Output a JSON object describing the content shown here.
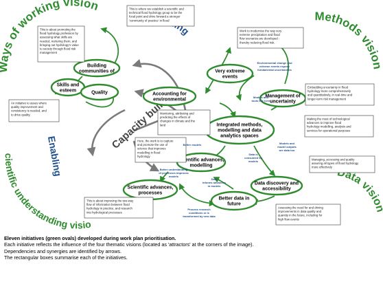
{
  "visions": {
    "ways_of_working": "Ways of working vision",
    "methods": "Methods vision",
    "data": "Data vision",
    "scientific_understanding": "Scientific understanding vision"
  },
  "labels": {
    "enabling_top": "Enabling",
    "enabling_left": "Enabling",
    "capacity_building": "Capacity building"
  },
  "initiatives": [
    {
      "id": "building-communities",
      "lines": [
        "Building",
        "communities of"
      ]
    },
    {
      "id": "skills-esteem",
      "lines": [
        "Skills and",
        "esteem"
      ]
    },
    {
      "id": "quality",
      "lines": [
        "Quality"
      ]
    },
    {
      "id": "very-extreme-events",
      "lines": [
        "Very extreme",
        "events"
      ]
    },
    {
      "id": "accounting-environmental",
      "lines": [
        "Accounting for",
        "environmental"
      ]
    },
    {
      "id": "management-uncertainty",
      "lines": [
        "Management of",
        "uncertainty"
      ]
    },
    {
      "id": "integrated-methods",
      "lines": [
        "Integrated methods,",
        "modelling and data",
        "analytics spaces"
      ]
    },
    {
      "id": "scientific-advances-modelling",
      "lines": [
        "Scientific advances,",
        "modelling"
      ]
    },
    {
      "id": "scientific-advances-processes",
      "lines": [
        "Scientific advances,",
        "processes"
      ]
    },
    {
      "id": "data-discovery",
      "lines": [
        "Data discovery and",
        "accessibility"
      ]
    },
    {
      "id": "better-data",
      "lines": [
        "Better data in",
        "future"
      ]
    }
  ],
  "boxes": [
    {
      "id": "box-community",
      "lines": [
        "This is where we establish a scientific and",
        "technical flood hydrology group to be the",
        "focal point and drive forward a stronger",
        "'community of practice' in flood"
      ]
    },
    {
      "id": "box-skills",
      "lines": [
        "This is about promoting the",
        "flood hydrology profession by",
        "assessing what skills are",
        "needed, nurturing them, and",
        "bringing out hydrology's value",
        "to society through flood risk",
        "management"
      ]
    },
    {
      "id": "box-quality",
      "lines": [
        "An initiative to asses where",
        "quality improvement and",
        "consistency is needed, and",
        "to drive quality."
      ]
    },
    {
      "id": "box-extreme",
      "lines": [
        "Work to modernise the way very",
        "extreme precipitation and flood",
        "flow scenarios are developed -",
        "thereby reducing flood risk."
      ]
    },
    {
      "id": "box-uncertainty",
      "lines": [
        "Embedding uncertainty in flood",
        "hydrology more comprehensively",
        "and quantitatively, in real-time and",
        "longer-term risk management"
      ]
    },
    {
      "id": "box-monitoring",
      "lines": [
        "Monitoring, attributing and",
        "predicting the effects of",
        "changes in climate and the",
        "land"
      ]
    },
    {
      "id": "box-integrated",
      "lines": [
        "Making the most of technological",
        "advances to improve flood",
        "hydrology modelling, analysis and",
        "services for operational purposes"
      ]
    },
    {
      "id": "box-science",
      "lines": [
        "Here, the work is to capture",
        "and promote the use of",
        "science that improves",
        "modelling in flood",
        "hydrology"
      ]
    },
    {
      "id": "box-access",
      "lines": [
        "Managing, accessing and quality",
        "assuring all types of flood hydrology",
        "more effectively"
      ]
    },
    {
      "id": "box-processes",
      "lines": [
        "This is about improving the two-way",
        "flow of information between flood",
        "hydrology in practice, and research",
        "into hydrological processes"
      ]
    },
    {
      "id": "box-betterdata",
      "lines": [
        "Assessing the need for and driving",
        "improvements in data quality and",
        "quantity in the future, including for",
        "high flow events"
      ]
    }
  ],
  "relations": [
    {
      "id": "rel-env-change",
      "lines": [
        "Environmental change and",
        "extreme events expose",
        "fundamental uncertainties"
      ]
    },
    {
      "id": "rel-models-tools",
      "lines": [
        "Models and",
        "tools live here"
      ]
    },
    {
      "id": "rel-models-outputs",
      "lines": [
        "Models and",
        "model outputs",
        "are data too"
      ]
    },
    {
      "id": "rel-better-models",
      "lines": [
        "Better models"
      ]
    },
    {
      "id": "rel-data-consumed",
      "lines": [
        "Data is",
        "consumed by",
        "models"
      ]
    },
    {
      "id": "rel-better-understanding",
      "lines": [
        "Better understanding",
        "of processes improves",
        "models"
      ]
    },
    {
      "id": "rel-data-informs",
      "lines": [
        "Data",
        "informs advances",
        "in models"
      ]
    },
    {
      "id": "rel-research",
      "lines": [
        "Process research",
        "conditions or is",
        "transformed by new data"
      ]
    }
  ],
  "caption": {
    "title": "Eleven initiatives (green ovals) developed during work plan prioritisation.",
    "line1": "Each initiative reflects the influence of the four thematic visions (located as 'attractors' at the corners of the image).",
    "line2": "Dependencies and synergies are identified by arrows.",
    "line3": "The rectangular boxes summarise each of the initiatives."
  },
  "colors": {
    "green": "#2e8b2e",
    "blue": "#1f4e8c",
    "grey": "#7a7a7a"
  }
}
